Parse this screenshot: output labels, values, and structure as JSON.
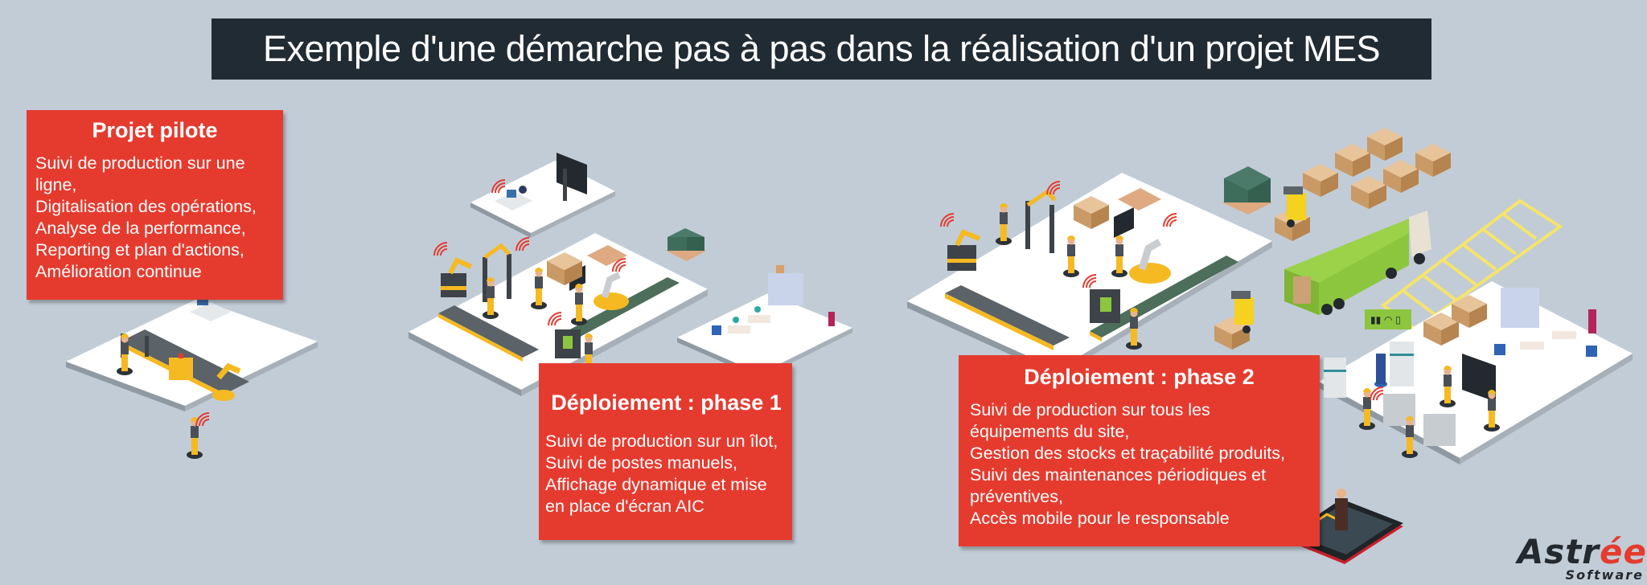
{
  "title": "Exemple d'une démarche pas à pas dans la réalisation d'un projet MES",
  "colors": {
    "background": "#c2ccd6",
    "title_bar": "#212b33",
    "card_red": "#e53b2f",
    "floor": "#ffffff",
    "machine_yellow": "#f5b922",
    "truck_green": "#8cc63f"
  },
  "steps": [
    {
      "heading": "Projet pilote",
      "items": [
        "Suivi de production sur une",
        "ligne,",
        "Digitalisation des opérations,",
        "Analyse de la performance,",
        "Reporting et plan d'actions,",
        "Amélioration continue"
      ]
    },
    {
      "heading": "Déploiement : phase 1",
      "items": [
        "Suivi de production sur un îlot,",
        "Suivi de postes manuels,",
        "Affichage dynamique et mise",
        "en place d'écran AIC"
      ]
    },
    {
      "heading": "Déploiement : phase 2",
      "items": [
        "Suivi de production sur tous les",
        "équipements du site,",
        "Gestion des stocks et traçabilité produits,",
        "Suivi des maintenances périodiques et",
        "préventives,",
        "Accès mobile pour le responsable"
      ]
    }
  ],
  "logo": {
    "main_prefix": "Astr",
    "main_accent": "ée",
    "sub": "Software"
  }
}
